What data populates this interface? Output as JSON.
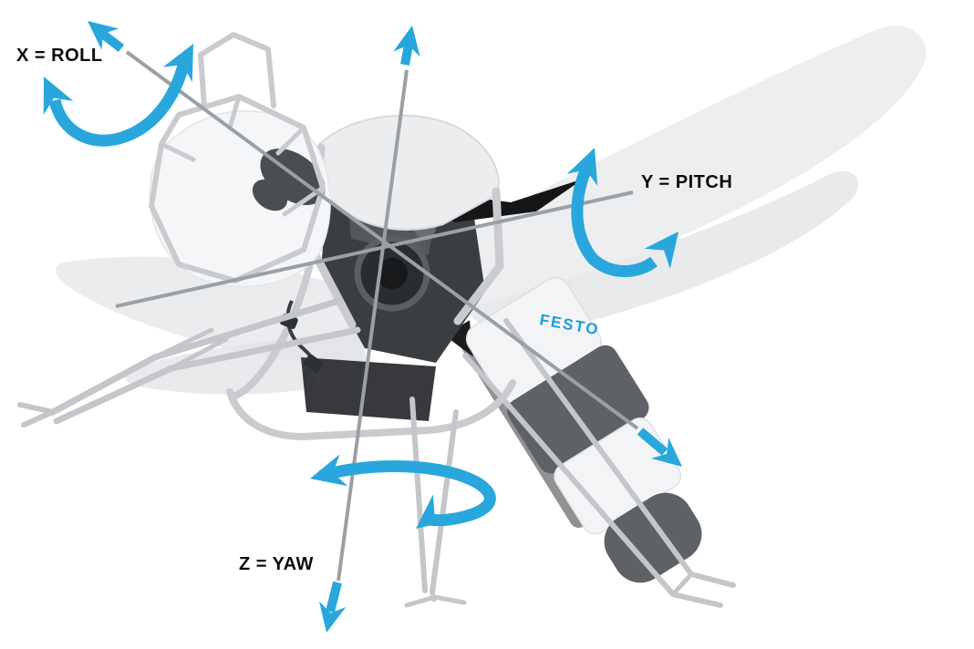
{
  "figure": {
    "labels": {
      "roll": "X = ROLL",
      "pitch": "Y = PITCH",
      "yaw": "Z = YAW"
    },
    "logo": "FESTO",
    "colors": {
      "arrow_blue": "#29A7DC",
      "logo_blue": "#1E9CD7",
      "label_text": "#0B0B0B",
      "axis_gray": "#9BA0A4",
      "background": "#FFFFFF",
      "dark_segment": "#5E6165",
      "light_body": "#F3F4F5"
    }
  }
}
